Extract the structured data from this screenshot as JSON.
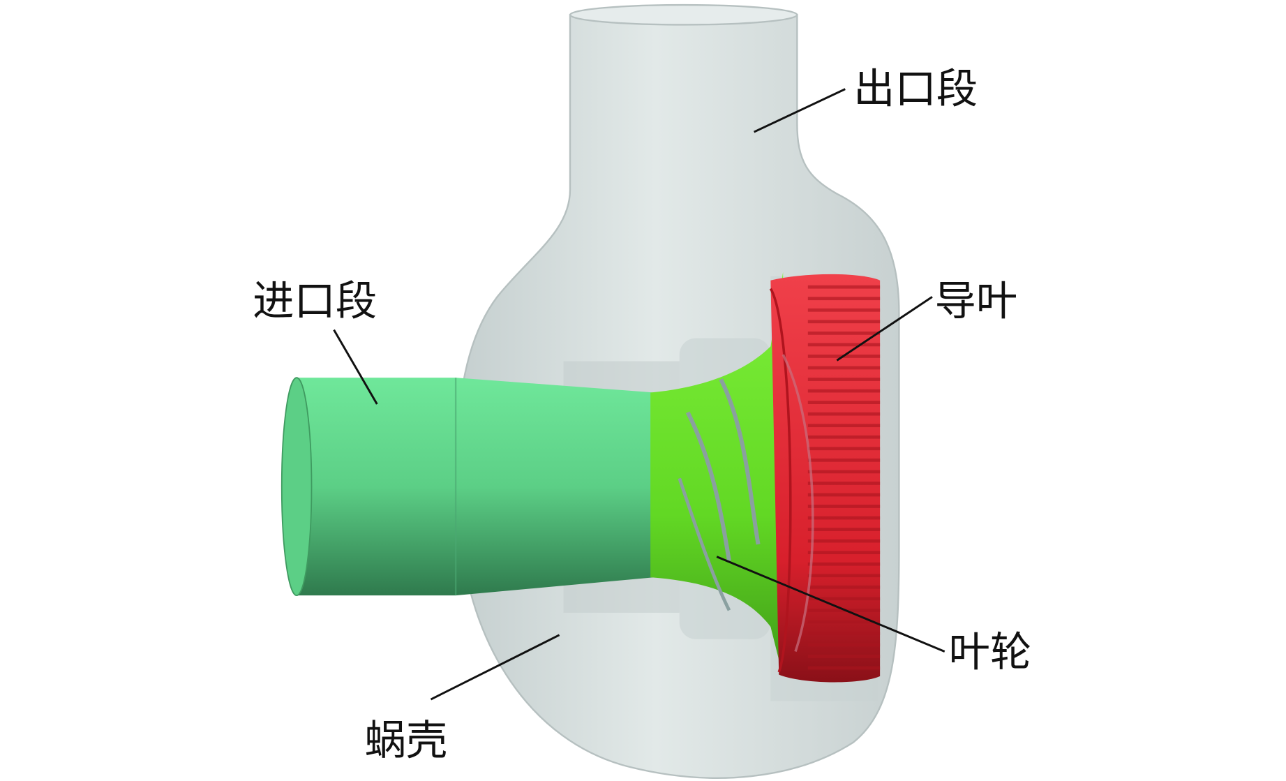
{
  "labels": {
    "outlet": "出口段",
    "inlet": "进口段",
    "guide_vane": "导叶",
    "impeller": "叶轮",
    "volute": "蜗壳"
  },
  "colors": {
    "casing": "#d3dbdb",
    "inlet": "#5fd88a",
    "impeller": "#66e02a",
    "guide_vane": "#e0303c"
  }
}
